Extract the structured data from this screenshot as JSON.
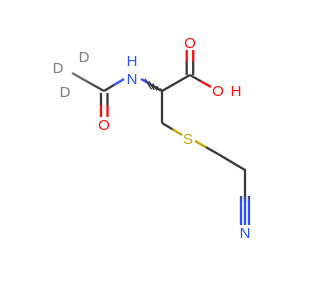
{
  "molecule": {
    "colors": {
      "bond": "#3a3a3a",
      "carbon_text": "#3a3a3a",
      "oxygen": "#ff0d0d",
      "nitrogen": "#3050f8",
      "sulfur": "#c8a300",
      "deuterium": "#7f7f7f"
    },
    "labels": {
      "d1": "D",
      "d2": "D",
      "d3": "D",
      "nh_n": "N",
      "nh_h": "H",
      "carbonyl_o": "O",
      "acid_o": "O",
      "oh_o": "O",
      "oh_h": "H",
      "sulfur": "S",
      "nitrile_n": "N"
    }
  }
}
